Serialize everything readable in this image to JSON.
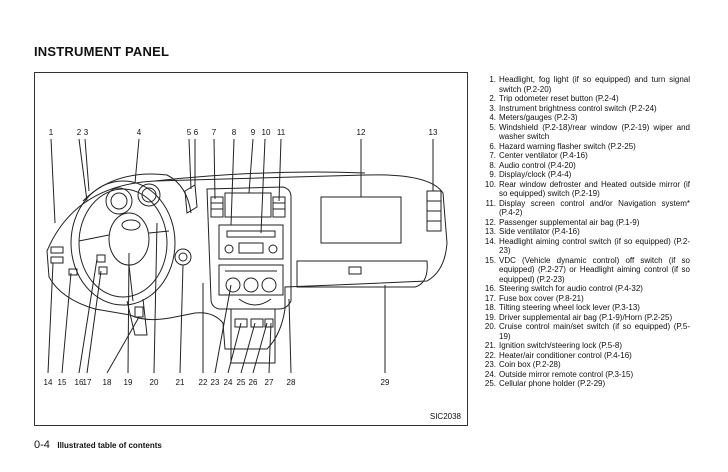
{
  "heading": "INSTRUMENT PANEL",
  "figure": {
    "code": "SIC2038",
    "top_callouts": [
      "1",
      "2",
      "3",
      "4",
      "5",
      "6",
      "7",
      "8",
      "9",
      "10",
      "11",
      "12",
      "13"
    ],
    "bottom_callouts": [
      "14",
      "15",
      "16",
      "17",
      "18",
      "19",
      "20",
      "21",
      "22",
      "23",
      "24",
      "25",
      "26",
      "27",
      "28",
      "29"
    ]
  },
  "legend": [
    {
      "num": "1.",
      "text": "Headlight, fog light (if so equipped) and turn signal switch (P.2-20)"
    },
    {
      "num": "2.",
      "text": "Trip odometer reset button (P.2-4)"
    },
    {
      "num": "3.",
      "text": "Instrument brightness control switch (P.2-24)"
    },
    {
      "num": "4.",
      "text": "Meters/gauges (P.2-3)"
    },
    {
      "num": "5.",
      "text": "Windshield (P.2-18)/rear window (P.2-19) wiper and washer switch"
    },
    {
      "num": "6.",
      "text": "Hazard warning flasher switch (P.2-25)"
    },
    {
      "num": "7.",
      "text": "Center ventilator (P.4-16)"
    },
    {
      "num": "8.",
      "text": "Audio control (P.4-20)"
    },
    {
      "num": "9.",
      "text": "Display/clock (P.4-4)"
    },
    {
      "num": "10.",
      "text": "Rear window defroster and Heated outside mirror (if so equipped) switch (P.2-19)"
    },
    {
      "num": "11.",
      "text": "Display screen control and/or Navigation system* (P.4-2)"
    },
    {
      "num": "12.",
      "text": "Passenger supplemental air bag (P.1-9)"
    },
    {
      "num": "13.",
      "text": "Side ventilator (P.4-16)"
    },
    {
      "num": "14.",
      "text": "Headlight aiming control switch (if so equipped) (P.2-23)"
    },
    {
      "num": "15.",
      "text": "VDC (Vehicle dynamic control) off switch (if so equipped) (P.2-27) or Headlight aiming control (if so equipped) (P.2-23)"
    },
    {
      "num": "16.",
      "text": "Steering switch for audio control (P.4-32)"
    },
    {
      "num": "17.",
      "text": "Fuse box cover (P.8-21)"
    },
    {
      "num": "18.",
      "text": "Tilting steering wheel lock lever (P.3-13)"
    },
    {
      "num": "19.",
      "text": "Driver supplemental air bag (P.1-9)/Horn (P.2-25)"
    },
    {
      "num": "20.",
      "text": "Cruise control main/set switch (if so equipped) (P.5-19)"
    },
    {
      "num": "21.",
      "text": "Ignition switch/steering lock (P.5-8)"
    },
    {
      "num": "22.",
      "text": "Heater/air conditioner control (P.4-16)"
    },
    {
      "num": "23.",
      "text": "Coin box (P.2-28)"
    },
    {
      "num": "24.",
      "text": "Outside mirror remote control (P.3-15)"
    },
    {
      "num": "25.",
      "text": "Cellular phone holder (P.2-29)"
    }
  ],
  "footer": {
    "page": "0-4",
    "section": "Illustrated table of contents"
  }
}
